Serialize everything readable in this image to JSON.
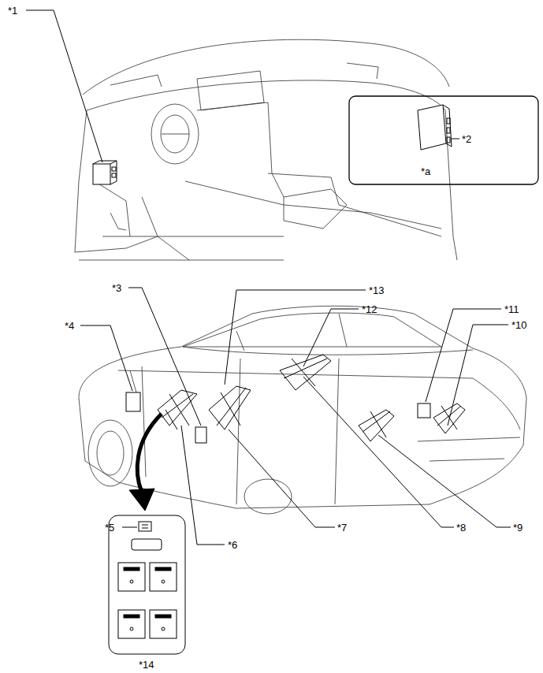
{
  "diagram": {
    "labels": [
      "*1",
      "*2",
      "*a",
      "*3",
      "*13",
      "*12",
      "*11",
      "*10",
      "*4",
      "*5",
      "*6",
      "*7",
      "*8",
      "*9",
      "*14"
    ]
  }
}
